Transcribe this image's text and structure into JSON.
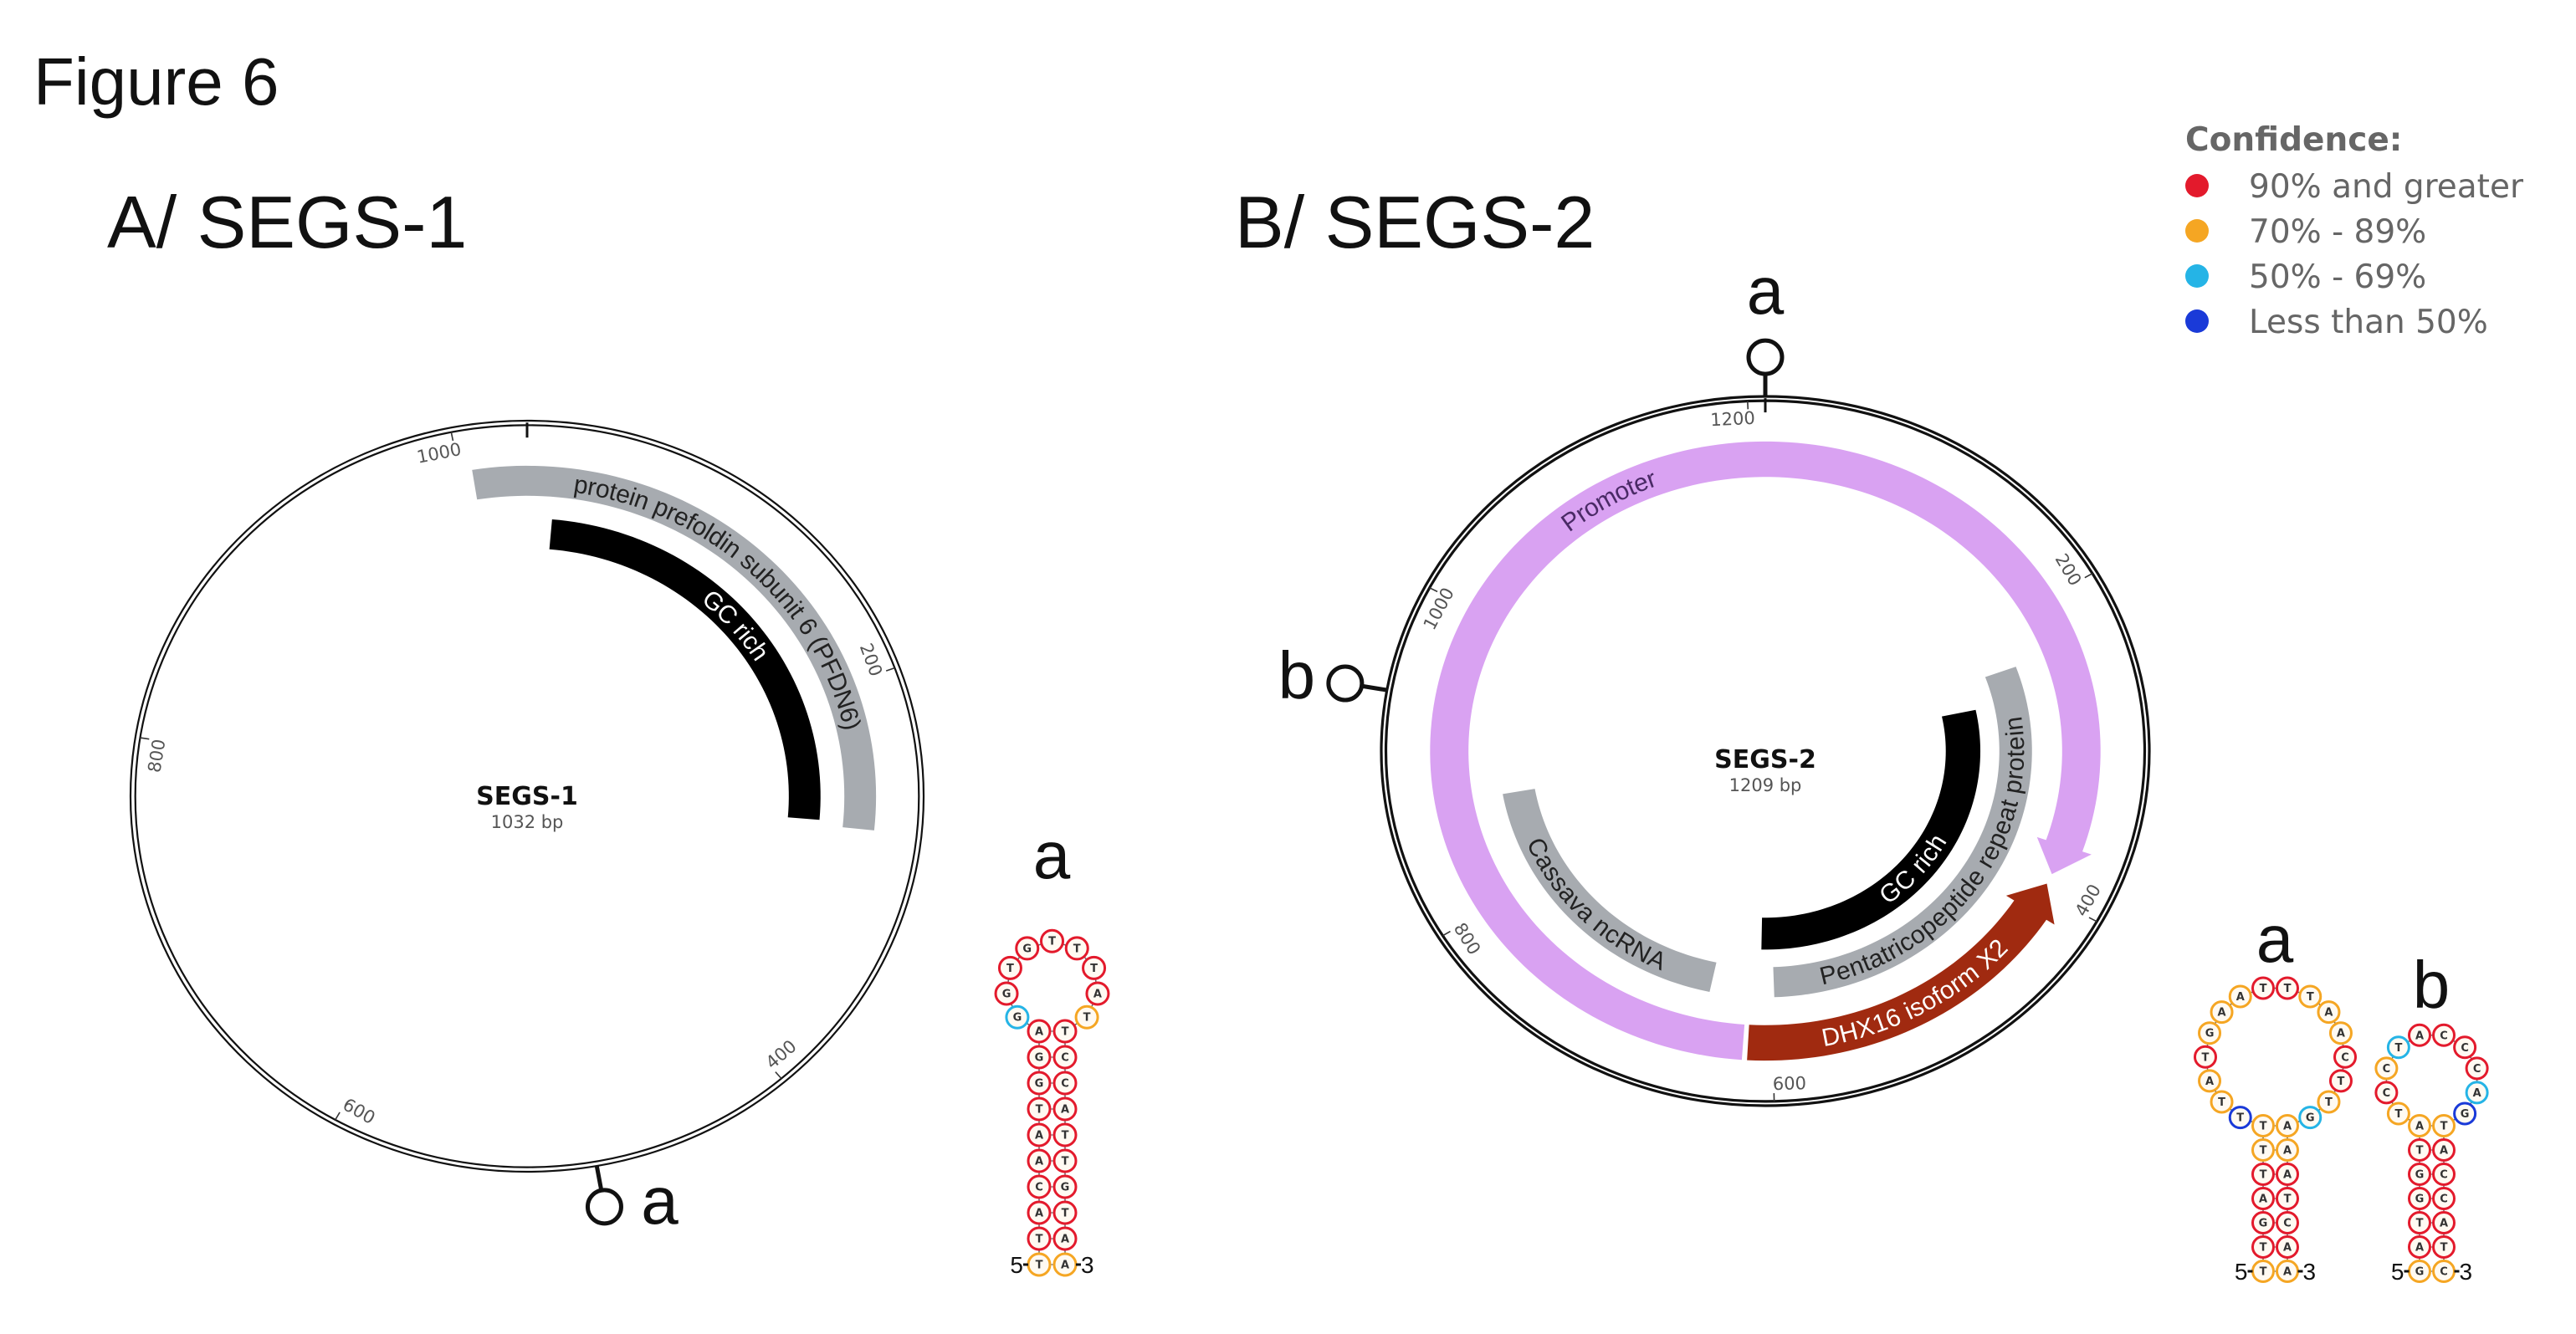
{
  "figure_title": "Figure 6",
  "panels": [
    {
      "panel_label": "A/ SEGS-1",
      "name": "SEGS-1",
      "size_label": "1032 bp",
      "length": 1032,
      "ticks": [
        200,
        400,
        600,
        800,
        1000
      ],
      "features": [
        {
          "label": "protein prefoldin subunit 6 (PFDN6)",
          "start": 1006,
          "end": 275,
          "track": "outer",
          "color": "#a7abb0",
          "text_color": "#222222",
          "arrow": "none",
          "text_dir": "cw"
        },
        {
          "label": "GC rich",
          "start": 14,
          "end": 272,
          "track": "inner",
          "color": "#000000",
          "text_color": "#ffffff",
          "arrow": "none",
          "text_dir": "cw"
        }
      ],
      "hairpin_sites": [
        {
          "label": "a",
          "position": 487
        }
      ]
    },
    {
      "panel_label": "B/ SEGS-2",
      "name": "SEGS-2",
      "size_label": "1209 bp",
      "length": 1209,
      "ticks": [
        200,
        400,
        600,
        800,
        1000,
        1200
      ],
      "features": [
        {
          "label": "Promoter",
          "start": 618,
          "end": 386,
          "track": "outer",
          "color": "#d9a2f2",
          "text_color": "#4a2a66",
          "arrow": "end",
          "text_dir": "cw"
        },
        {
          "label": "DHX16 isoform X2",
          "start": 393,
          "end": 615,
          "track": "outer",
          "color": "#a02a10",
          "text_color": "#ffffff",
          "arrow": "start",
          "text_dir": "ccw"
        },
        {
          "label": "Pentatricopeptide repeat protein",
          "start": 235,
          "end": 598,
          "track": "middle",
          "color": "#a7abb0",
          "text_color": "#222222",
          "arrow": "none",
          "text_dir": "ccw"
        },
        {
          "label": "Cassava ncRNA",
          "start": 645,
          "end": 873,
          "track": "middle",
          "color": "#a7abb0",
          "text_color": "#222222",
          "arrow": "none",
          "text_dir": "ccw"
        },
        {
          "label": "GC rich",
          "start": 262,
          "end": 608,
          "track": "inner",
          "color": "#000000",
          "text_color": "#ffffff",
          "arrow": "none",
          "text_dir": "ccw"
        }
      ],
      "hairpin_sites": [
        {
          "label": "a",
          "position": 0
        },
        {
          "label": "b",
          "position": 940
        }
      ]
    }
  ],
  "legend": {
    "title": "Confidence:",
    "items": [
      {
        "key": "r",
        "label": "90% and greater",
        "color": "#e31a2c"
      },
      {
        "key": "o",
        "label": "70% - 89%",
        "color": "#f5a623"
      },
      {
        "key": "c",
        "label": "50% - 69%",
        "color": "#25b4e6"
      },
      {
        "key": "b",
        "label": "Less than 50%",
        "color": "#1a3ad8"
      }
    ]
  },
  "hairpins": [
    {
      "label": "a",
      "five_prime": "5",
      "three_prime": "3",
      "stem": [
        [
          "T",
          "o",
          "A",
          "o"
        ],
        [
          "T",
          "r",
          "A",
          "r"
        ],
        [
          "A",
          "r",
          "T",
          "r"
        ],
        [
          "C",
          "r",
          "G",
          "r"
        ],
        [
          "A",
          "r",
          "T",
          "r"
        ],
        [
          "A",
          "r",
          "T",
          "r"
        ],
        [
          "T",
          "r",
          "A",
          "r"
        ],
        [
          "G",
          "r",
          "C",
          "r"
        ],
        [
          "G",
          "r",
          "C",
          "r"
        ],
        [
          "A",
          "r",
          "T",
          "r"
        ]
      ],
      "loop": [
        [
          "G",
          "c"
        ],
        [
          "G",
          "r"
        ],
        [
          "T",
          "r"
        ],
        [
          "G",
          "r"
        ],
        [
          "T",
          "r"
        ],
        [
          "T",
          "r"
        ],
        [
          "T",
          "r"
        ],
        [
          "A",
          "r"
        ],
        [
          "T",
          "o"
        ]
      ]
    },
    {
      "label": "a",
      "five_prime": "5",
      "three_prime": "3",
      "stem": [
        [
          "T",
          "o",
          "A",
          "o"
        ],
        [
          "T",
          "r",
          "A",
          "r"
        ],
        [
          "G",
          "r",
          "C",
          "r"
        ],
        [
          "A",
          "r",
          "T",
          "r"
        ],
        [
          "T",
          "r",
          "A",
          "r"
        ],
        [
          "T",
          "o",
          "A",
          "o"
        ],
        [
          "T",
          "o",
          "A",
          "o"
        ]
      ],
      "loop": [
        [
          "T",
          "b"
        ],
        [
          "T",
          "o"
        ],
        [
          "A",
          "o"
        ],
        [
          "T",
          "r"
        ],
        [
          "G",
          "o"
        ],
        [
          "A",
          "o"
        ],
        [
          "A",
          "o"
        ],
        [
          "T",
          "r"
        ],
        [
          "T",
          "r"
        ],
        [
          "T",
          "o"
        ],
        [
          "A",
          "o"
        ],
        [
          "A",
          "o"
        ],
        [
          "C",
          "r"
        ],
        [
          "T",
          "r"
        ],
        [
          "T",
          "o"
        ],
        [
          "G",
          "c"
        ]
      ]
    },
    {
      "label": "b",
      "five_prime": "5",
      "three_prime": "3",
      "stem": [
        [
          "G",
          "o",
          "C",
          "o"
        ],
        [
          "A",
          "r",
          "T",
          "r"
        ],
        [
          "T",
          "r",
          "A",
          "r"
        ],
        [
          "G",
          "r",
          "C",
          "r"
        ],
        [
          "G",
          "r",
          "C",
          "r"
        ],
        [
          "T",
          "r",
          "A",
          "r"
        ],
        [
          "A",
          "o",
          "T",
          "o"
        ]
      ],
      "loop": [
        [
          "T",
          "o"
        ],
        [
          "C",
          "r"
        ],
        [
          "C",
          "o"
        ],
        [
          "T",
          "c"
        ],
        [
          "A",
          "r"
        ],
        [
          "C",
          "r"
        ],
        [
          "C",
          "r"
        ],
        [
          "C",
          "r"
        ],
        [
          "A",
          "c"
        ],
        [
          "G",
          "b"
        ]
      ]
    }
  ]
}
